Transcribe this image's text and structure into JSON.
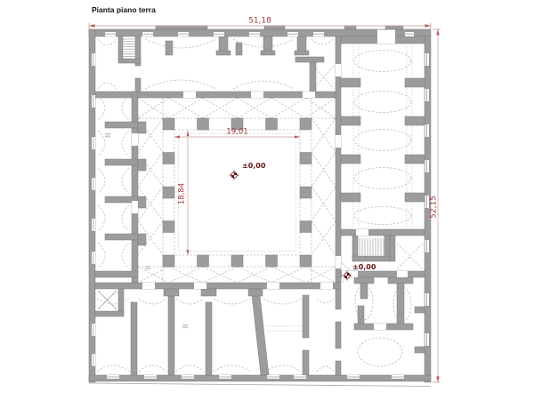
{
  "title": "Pianta piano terra",
  "dimensions": {
    "overall_width": "51,18",
    "overall_height": "52,15",
    "courtyard_width": "19,01",
    "courtyard_height": "18,84"
  },
  "elevation_markers": [
    {
      "label": "±0,00",
      "location": "courtyard-center"
    },
    {
      "label": "±0,00",
      "location": "south-east-portico"
    }
  ],
  "colors": {
    "background": "#ffffff",
    "wall_fill": "#9c9c9c",
    "wall_stroke": "#7e7e7e",
    "vault_dashed_line": "#bcbcbc",
    "dimension_line": "#c89a9a",
    "dimension_text": "#a33838",
    "elevation_mark": "#641414"
  }
}
